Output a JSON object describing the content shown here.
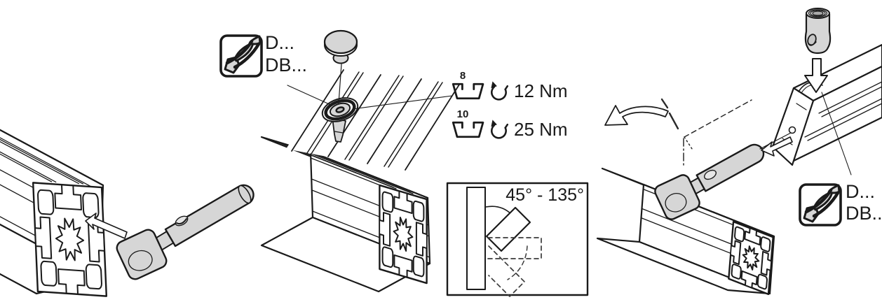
{
  "colors": {
    "background": "#ffffff",
    "line": "#1a1a1a",
    "part_fill": "#d6d6d6"
  },
  "middle": {
    "part_label": {
      "icon": "drill-bit-icon",
      "line1": "D...",
      "line2": "DB..."
    },
    "torque_table": [
      {
        "slot_size": "8",
        "torque": "12 Nm"
      },
      {
        "slot_size": "10",
        "torque": "25 Nm"
      }
    ],
    "swivel_angle_label": "45° - 135°"
  },
  "right": {
    "part_label": {
      "icon": "drill-bit-icon",
      "line1": "D...",
      "line2": "DB..."
    }
  }
}
